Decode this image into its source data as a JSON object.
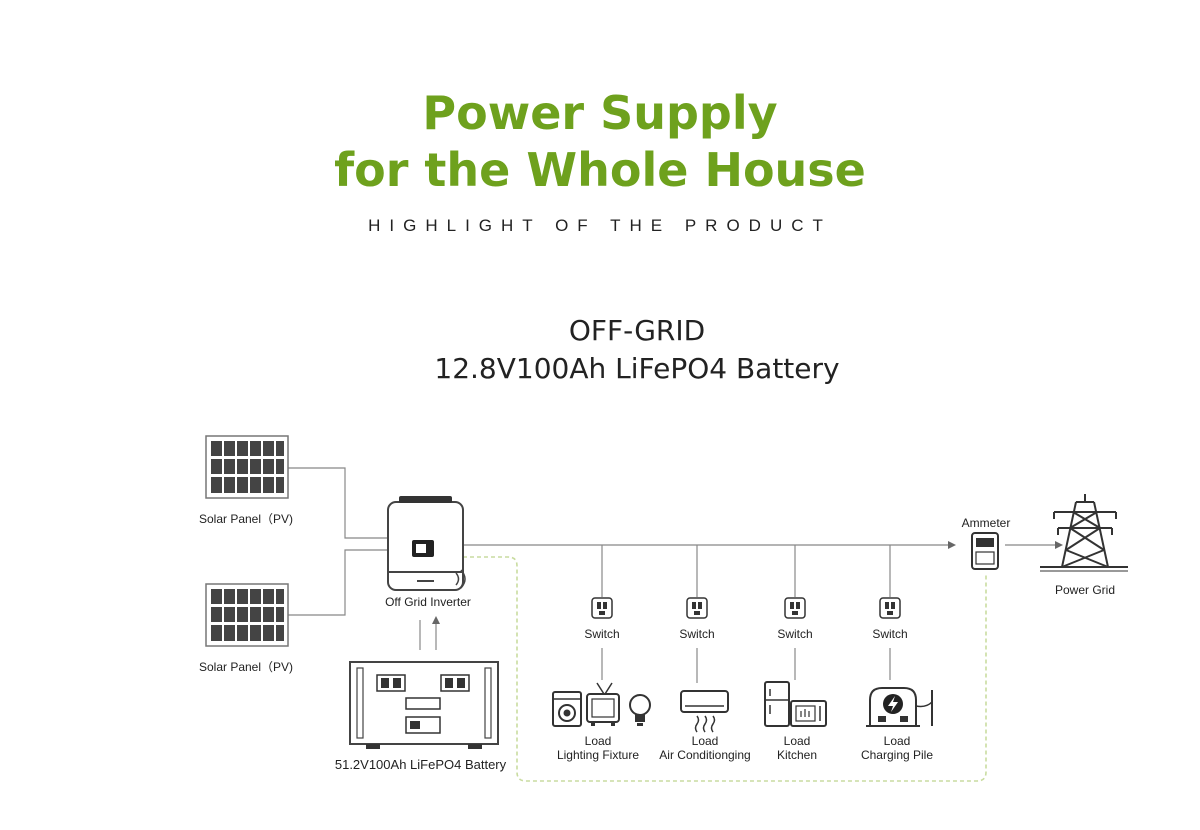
{
  "header": {
    "title_line1": "Power Supply",
    "title_line2": "for the Whole House",
    "subtitle": "HIGHLIGHT OF THE PRODUCT",
    "mode": "OFF-GRID",
    "battery_heading": "12.8V100Ah LiFePO4 Battery"
  },
  "diagram": {
    "solar_panel_1": "Solar Panel（PV)",
    "solar_panel_2": "Solar Panel（PV)",
    "inverter": "Off Grid Inverter",
    "battery": "51.2V100Ah LiFePO4 Battery",
    "ammeter": "Ammeter",
    "power_grid": "Power Grid",
    "switch_label": "Switch",
    "loads": [
      {
        "line1": "Load",
        "line2": "Lighting Fixture"
      },
      {
        "line1": "Load",
        "line2": "Air Conditionging"
      },
      {
        "line1": "Load",
        "line2": "Kitchen"
      },
      {
        "line1": "Load",
        "line2": "Charging Pile"
      }
    ],
    "colors": {
      "accent": "#6ea11d",
      "line": "#888888",
      "dashed": "#c9dca0"
    }
  }
}
